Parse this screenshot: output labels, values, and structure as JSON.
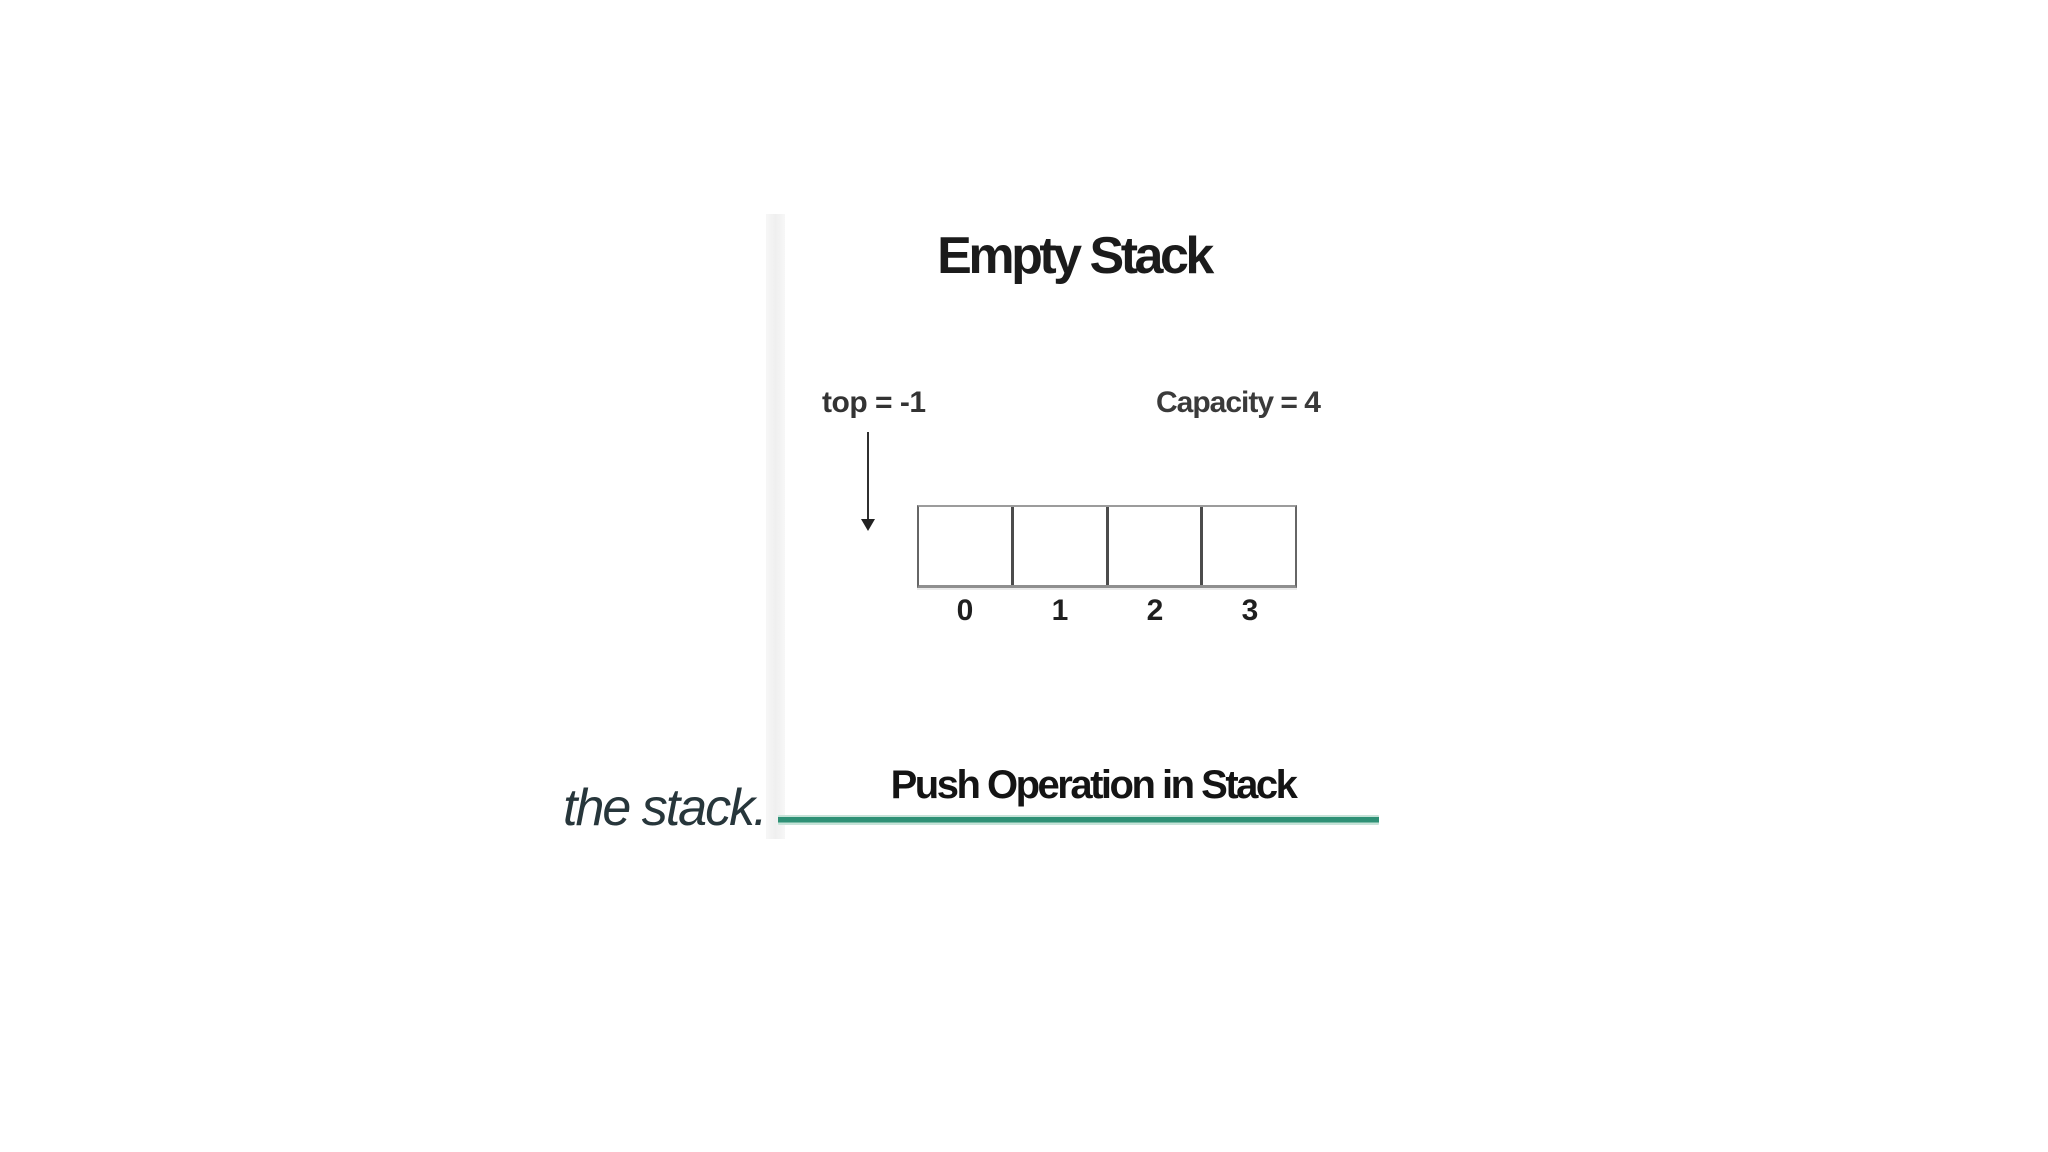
{
  "frame": {
    "caption": {
      "text": "the stack."
    },
    "diagram": {
      "title": "Empty Stack",
      "top_label": "top = -1",
      "capacity_label": "Capacity = 4",
      "cells": [
        {
          "index": "0",
          "value": ""
        },
        {
          "index": "1",
          "value": ""
        },
        {
          "index": "2",
          "value": ""
        },
        {
          "index": "3",
          "value": ""
        }
      ]
    },
    "next_section": {
      "heading": "Push Operation in Stack"
    },
    "colors": {
      "underline_green": "#2f9176",
      "underline_halo": "#c6e3d8",
      "title_text": "#1b1b1b",
      "label_gray": "#3a3a3a",
      "caption_dark_teal": "#27363b",
      "array_border_gray": "#9c9c9c",
      "array_divider_dark": "#4c4c4c",
      "slide_edge_gray": "#efefef"
    }
  }
}
